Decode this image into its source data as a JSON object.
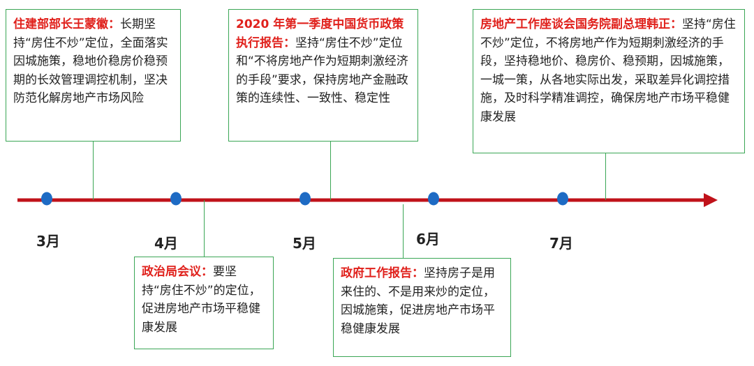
{
  "timeline": {
    "arrow_color": "#c0121a",
    "dot_color": "#1e6bc4",
    "box_border_color": "#3aa655",
    "lead_color": "#e0211c",
    "months": [
      "3月",
      "4月",
      "5月",
      "6月",
      "7月"
    ]
  },
  "events": [
    {
      "lead": "住建部部长王蒙徽：",
      "body": "长期坚持“房住不炒”定位，全面落实因城施策，稳地价稳房价稳预期的长效管理调控机制，坚决防范化解房地产市场风险"
    },
    {
      "lead": "政治局会议：",
      "body": "要坚持“房住不炒”的定位，促进房地产市场平稳健康发展"
    },
    {
      "lead": "2020 年第一季度中国货币政策执行报告：",
      "body": "坚持“房住不炒”定位和“不将房地产作为短期刺激经济的手段”要求，保持房地产金融政策的连续性、一致性、稳定性"
    },
    {
      "lead": "政府工作报告：",
      "body": "坚持房子是用来住的、不是用来炒的定位，因城施策，促进房地产市场平稳健康发展"
    },
    {
      "lead": "房地产工作座谈会国务院副总理韩正：",
      "body": "坚持“房住不炒”定位，不将房地产作为短期刺激经济的手段，坚持稳地价、稳房价、稳预期，因城施策，一城一策，从各地实际出发，采取差异化调控措施，及时科学精准调控，确保房地产市场平稳健康发展"
    }
  ]
}
